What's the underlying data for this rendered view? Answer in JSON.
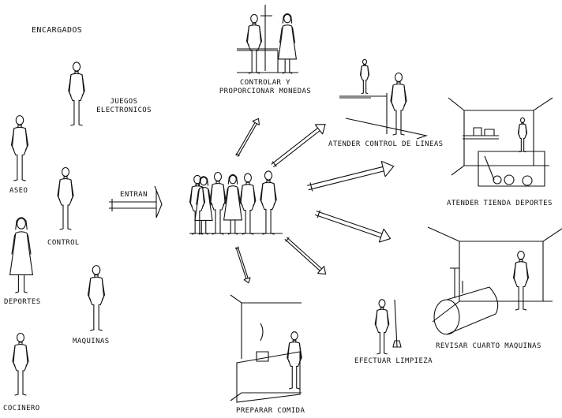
{
  "title": "ENCARGADOS",
  "roles": {
    "juegos": "JUEGOS ELECTRONICOS",
    "aseo": "ASEO",
    "control": "CONTROL",
    "deportes": "DEPORTES",
    "maquinas": "MAQUINAS",
    "cocinero": "COCINERO"
  },
  "entry": "ENTRAN",
  "activities": {
    "monedas_1": "CONTROLAR Y",
    "monedas_2": "PROPORCIONAR MONEDAS",
    "lineas": "ATENDER CONTROL DE LINEAS",
    "tienda": "ATENDER TIENDA DEPORTES",
    "maquinas": "REVISAR CUARTO MAQUINAS",
    "limpieza": "EFECTUAR LIMPIEZA",
    "comida": "PREPARAR  COMIDA"
  }
}
